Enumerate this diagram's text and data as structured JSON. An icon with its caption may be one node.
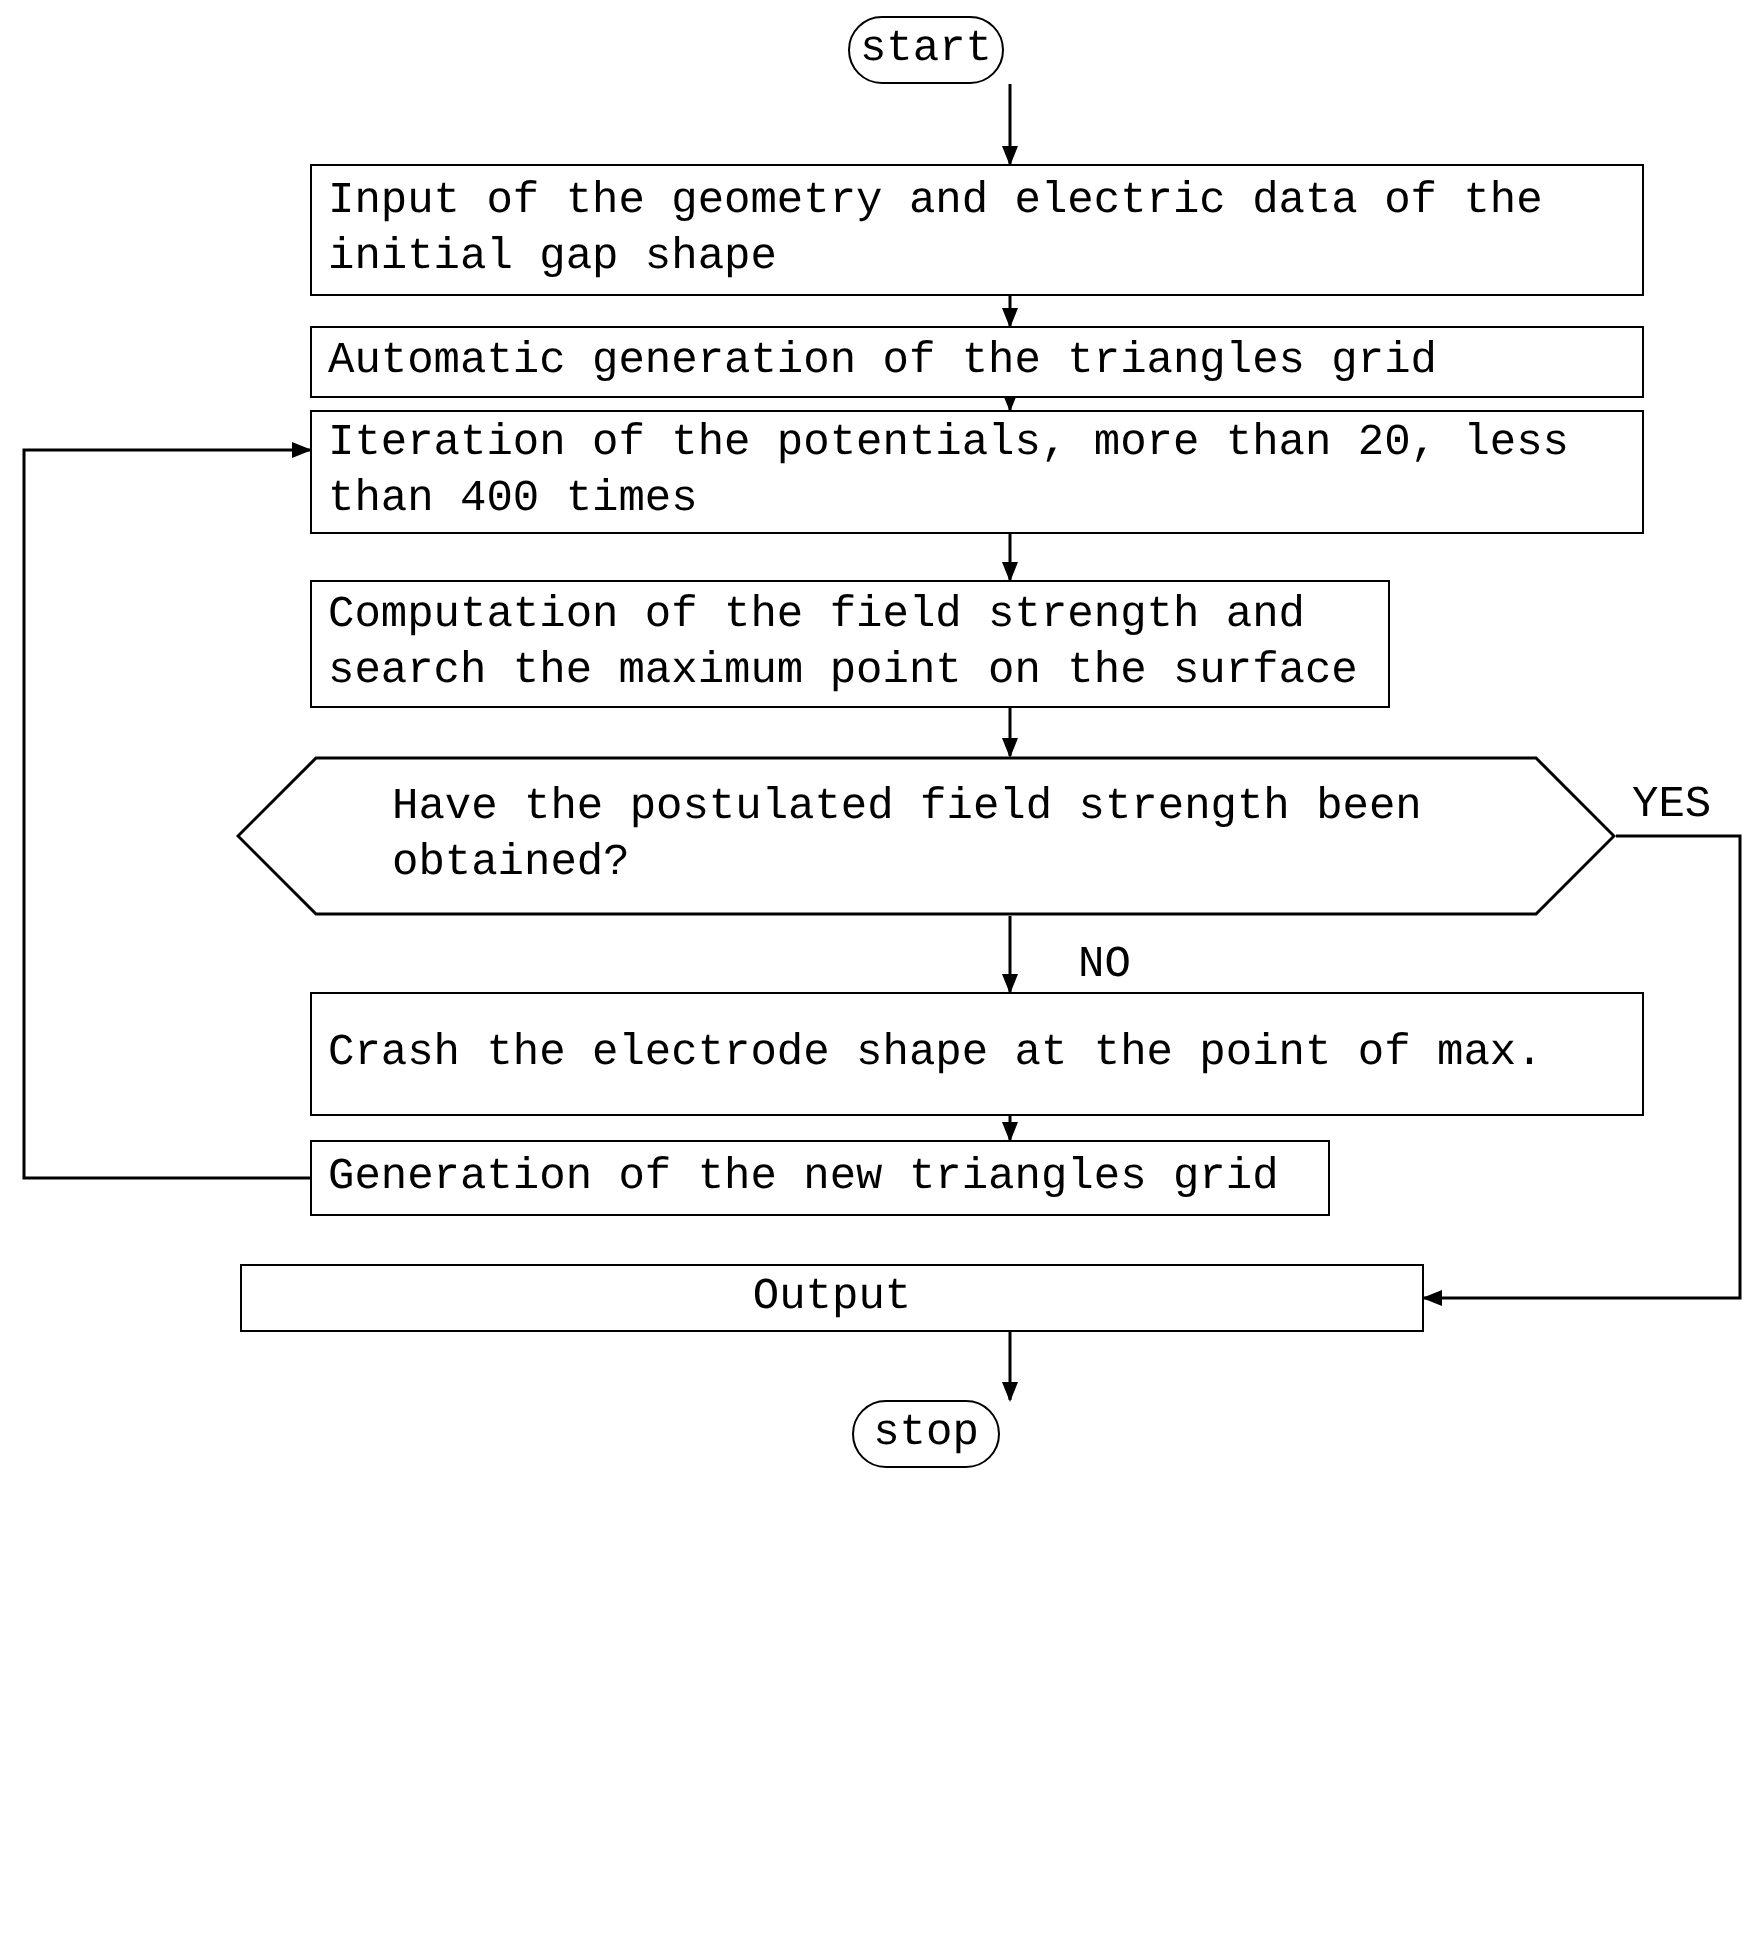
{
  "diagram": {
    "nodes": [
      {
        "text": [
          "start"
        ]
      },
      {
        "text": [
          "Input of the geometry and electric data of the initial gap shape"
        ]
      },
      {
        "text": [
          "Automatic generation of the triangles grid"
        ]
      },
      {
        "text": [
          "Iteration of the potentials, more than 20, less than 400 times"
        ]
      },
      {
        "text": [
          "Computation of the field strength and search the maximum point on the surface"
        ]
      },
      {
        "text": [
          "Have the postulated field strength been obtained?"
        ]
      },
      {
        "text": [
          "Crash the electrode shape at the point of max."
        ]
      },
      {
        "text": [
          "Generation of the new triangles grid"
        ]
      },
      {
        "text": [
          "Output"
        ]
      },
      {
        "text": [
          "stop"
        ]
      }
    ],
    "edges": [
      {
        "from": 0,
        "to": 1,
        "arrow": "to"
      },
      {
        "from": 1,
        "to": 2,
        "arrow": "to"
      },
      {
        "from": 2,
        "to": 3,
        "arrow": "to"
      },
      {
        "from": 3,
        "to": 4,
        "arrow": "to"
      },
      {
        "from": 4,
        "to": 5,
        "arrow": "to"
      },
      {
        "from": 5,
        "to": 6,
        "arrow": "to",
        "label": "NO"
      },
      {
        "from": 5,
        "to": 8,
        "arrow": "to",
        "label": "YES"
      },
      {
        "from": 6,
        "to": 7,
        "arrow": "to"
      },
      {
        "from": 7,
        "to": 3,
        "arrow": "to"
      },
      {
        "from": 8,
        "to": 9,
        "arrow": "to"
      }
    ]
  }
}
